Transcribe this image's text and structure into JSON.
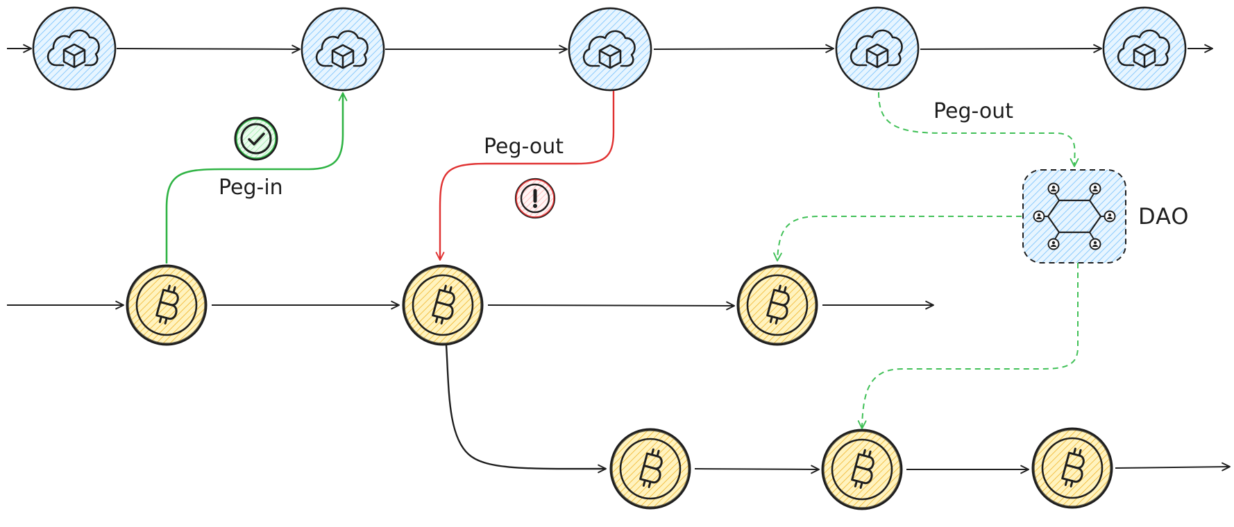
{
  "labels": {
    "peg_in": "Peg-in",
    "peg_out_failed": "Peg-out",
    "peg_out_dao": "Peg-out",
    "dao": "DAO"
  },
  "colors": {
    "ink": "#1e1e1e",
    "sidechain_fill": "#a5d8ff",
    "bitcoin_fill": "#ffec99",
    "bitcoin_hatch": "#f0b429",
    "success": "#2fb344",
    "error": "#e03131",
    "dashed_flow": "#40c057"
  },
  "icons": {
    "sidechain_block": "cloud-cube-icon",
    "bitcoin_block": "bitcoin-icon",
    "success": "check-circle-icon",
    "warning": "exclamation-circle-icon",
    "dao": "dao-network-icon"
  }
}
